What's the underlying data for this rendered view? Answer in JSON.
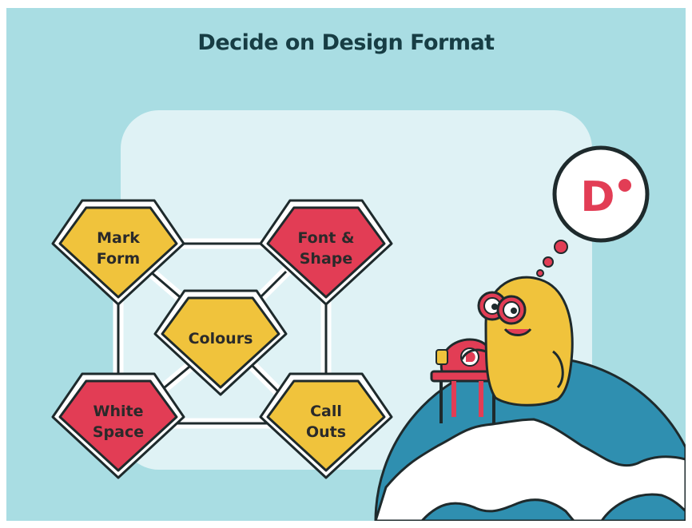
{
  "title": "Decide on Design Format",
  "nodes": [
    {
      "id": "mark-form",
      "lines": [
        "Mark",
        "Form"
      ],
      "color": "#f0c33c"
    },
    {
      "id": "font-shape",
      "lines": [
        "Font &",
        "Shape"
      ],
      "color": "#e23d55"
    },
    {
      "id": "colours",
      "lines": [
        "Colours"
      ],
      "color": "#f0c33c"
    },
    {
      "id": "white-space",
      "lines": [
        "White",
        "Space"
      ],
      "color": "#e23d55"
    },
    {
      "id": "call-outs",
      "lines": [
        "Call",
        "Outs"
      ],
      "color": "#f0c33c"
    }
  ],
  "logo": {
    "letter": "D",
    "color": "#e23d55"
  },
  "colors": {
    "background": "#a9dde3",
    "panel": "#dff2f5",
    "title": "#173d44",
    "yellow": "#f0c33c",
    "red": "#e23d55",
    "outline": "#1e2a2c"
  }
}
